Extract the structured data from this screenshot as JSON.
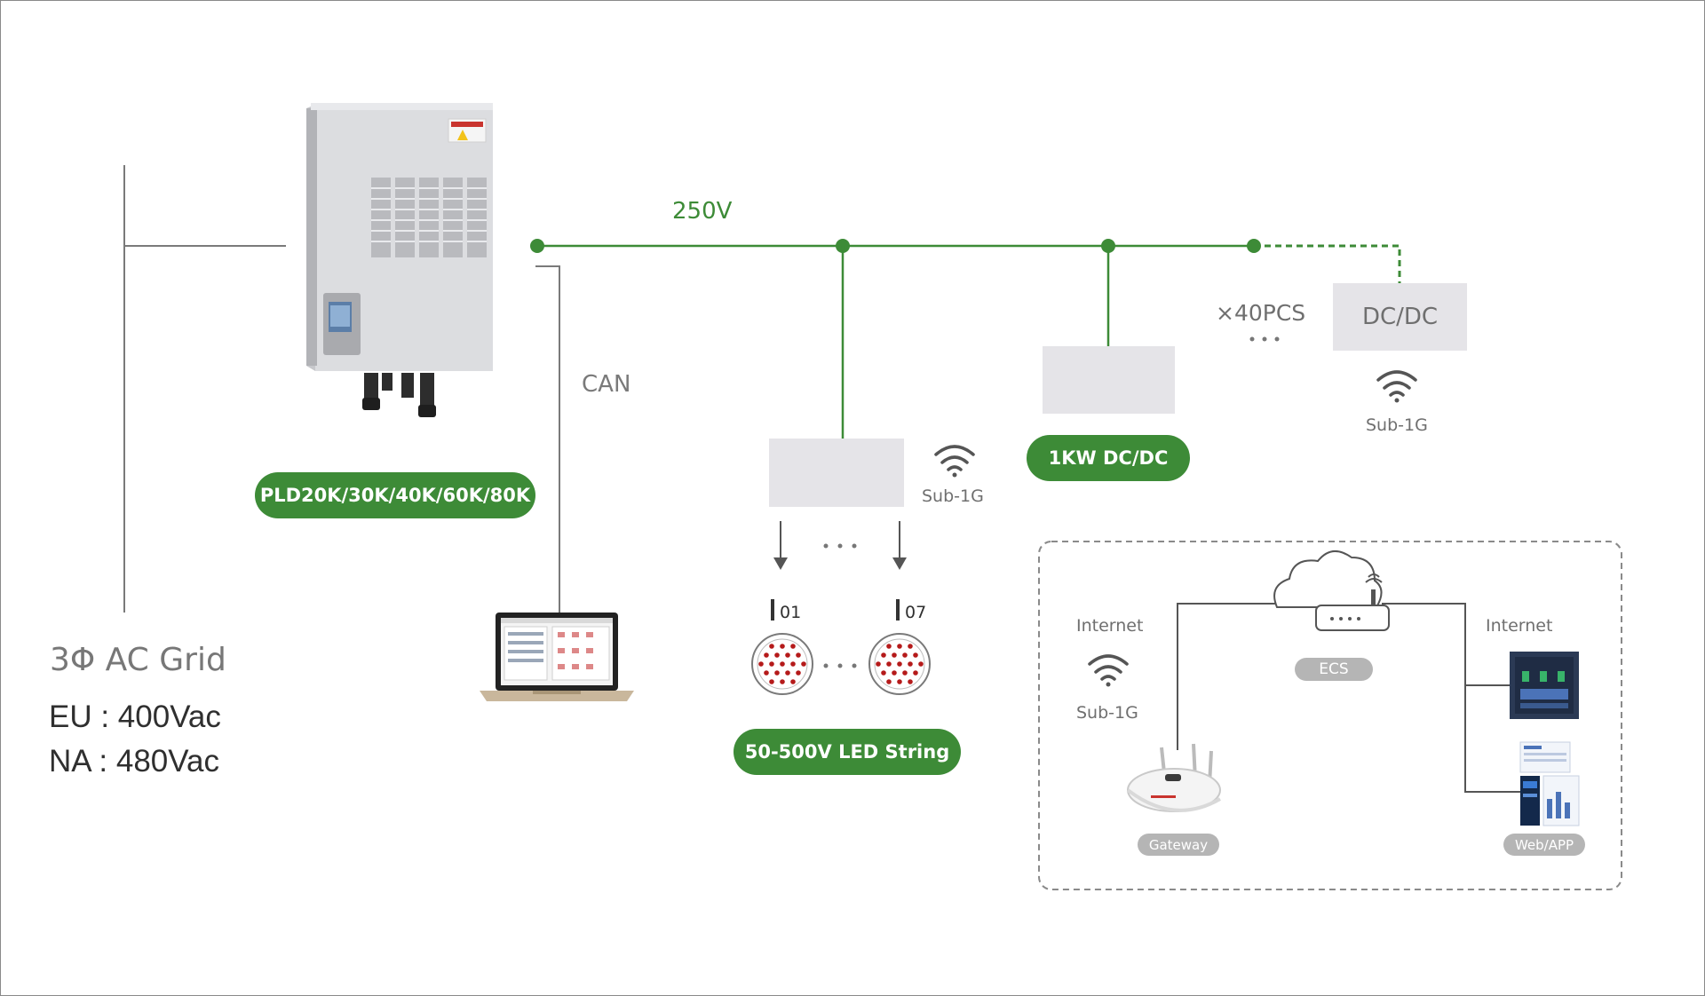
{
  "grid": {
    "title": "3Φ AC Grid",
    "eu": "EU : 400Vac",
    "na": "NA : 480Vac"
  },
  "inverter": {
    "model_label": "PLD20K/30K/40K/60K/80K"
  },
  "bus": {
    "voltage": "250V",
    "can_label": "CAN"
  },
  "led": {
    "driver_wireless": "Sub-1G",
    "string_first": "01",
    "string_last": "07",
    "string_label": "50-500V LED String"
  },
  "dcdc_1kw": {
    "label": "1KW DC/DC"
  },
  "dcdc_multi": {
    "count": "×40PCS",
    "box_label": "DC/DC",
    "wireless": "Sub-1G"
  },
  "network": {
    "internet_left": "Internet",
    "gateway_wireless": "Sub-1G",
    "ecs": "ECS",
    "internet_right": "Internet",
    "gateway": "Gateway",
    "webapp": "Web/APP"
  },
  "colors": {
    "green": "#3d8b37",
    "grey_box": "#e5e4e8",
    "line": "#7a7a7a"
  }
}
